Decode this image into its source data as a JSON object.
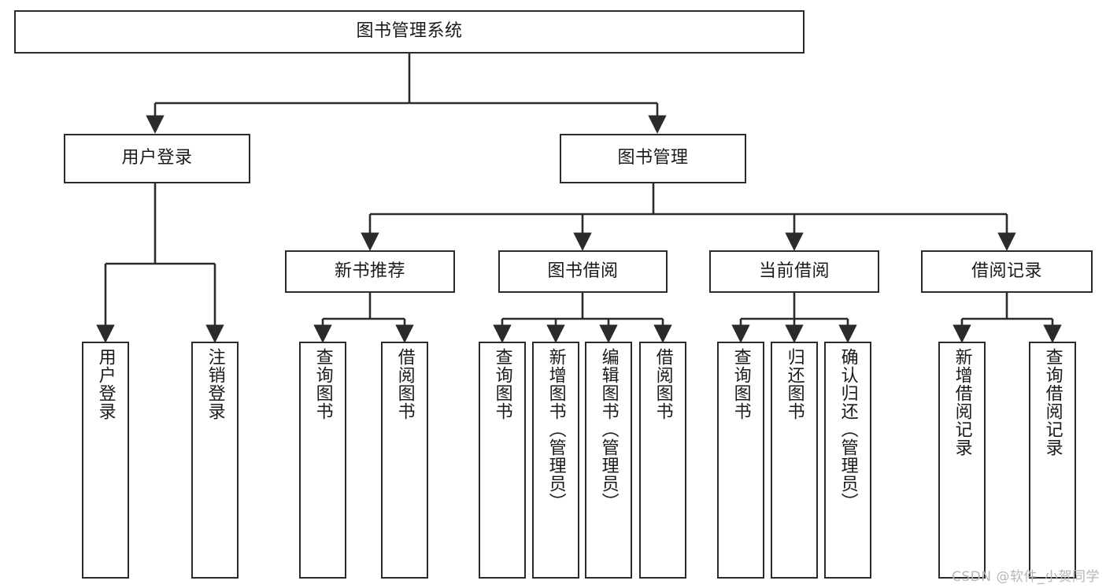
{
  "diagram": {
    "title": "图书管理系统",
    "type": "tree-hierarchy",
    "stroke_color": "#2b2b2b",
    "fill_color": "#ffffff",
    "text_color": "#1a1a1a"
  },
  "nodes": {
    "root": {
      "label": "图书管理系统"
    },
    "level2": [
      {
        "label": "用户登录"
      },
      {
        "label": "图书管理"
      }
    ],
    "level3": [
      {
        "label": "新书推荐"
      },
      {
        "label": "图书借阅"
      },
      {
        "label": "当前借阅"
      },
      {
        "label": "借阅记录"
      }
    ],
    "leaves_user_login": [
      {
        "label": "用户登录"
      },
      {
        "label": "注销登录"
      }
    ],
    "leaves_new_book": [
      {
        "label": "查询图书"
      },
      {
        "label": "借阅图书"
      }
    ],
    "leaves_borrow": [
      {
        "label": "查询图书"
      },
      {
        "label": "新增图书（管理员）"
      },
      {
        "label": "编辑图书（管理员）"
      },
      {
        "label": "借阅图书"
      }
    ],
    "leaves_current": [
      {
        "label": "查询图书"
      },
      {
        "label": "归还图书"
      },
      {
        "label": "确认归还（管理员）"
      }
    ],
    "leaves_records": [
      {
        "label": "新增借阅记录"
      },
      {
        "label": "查询借阅记录"
      }
    ]
  },
  "watermark": {
    "text": "CSDN @软件_小贺同学"
  }
}
